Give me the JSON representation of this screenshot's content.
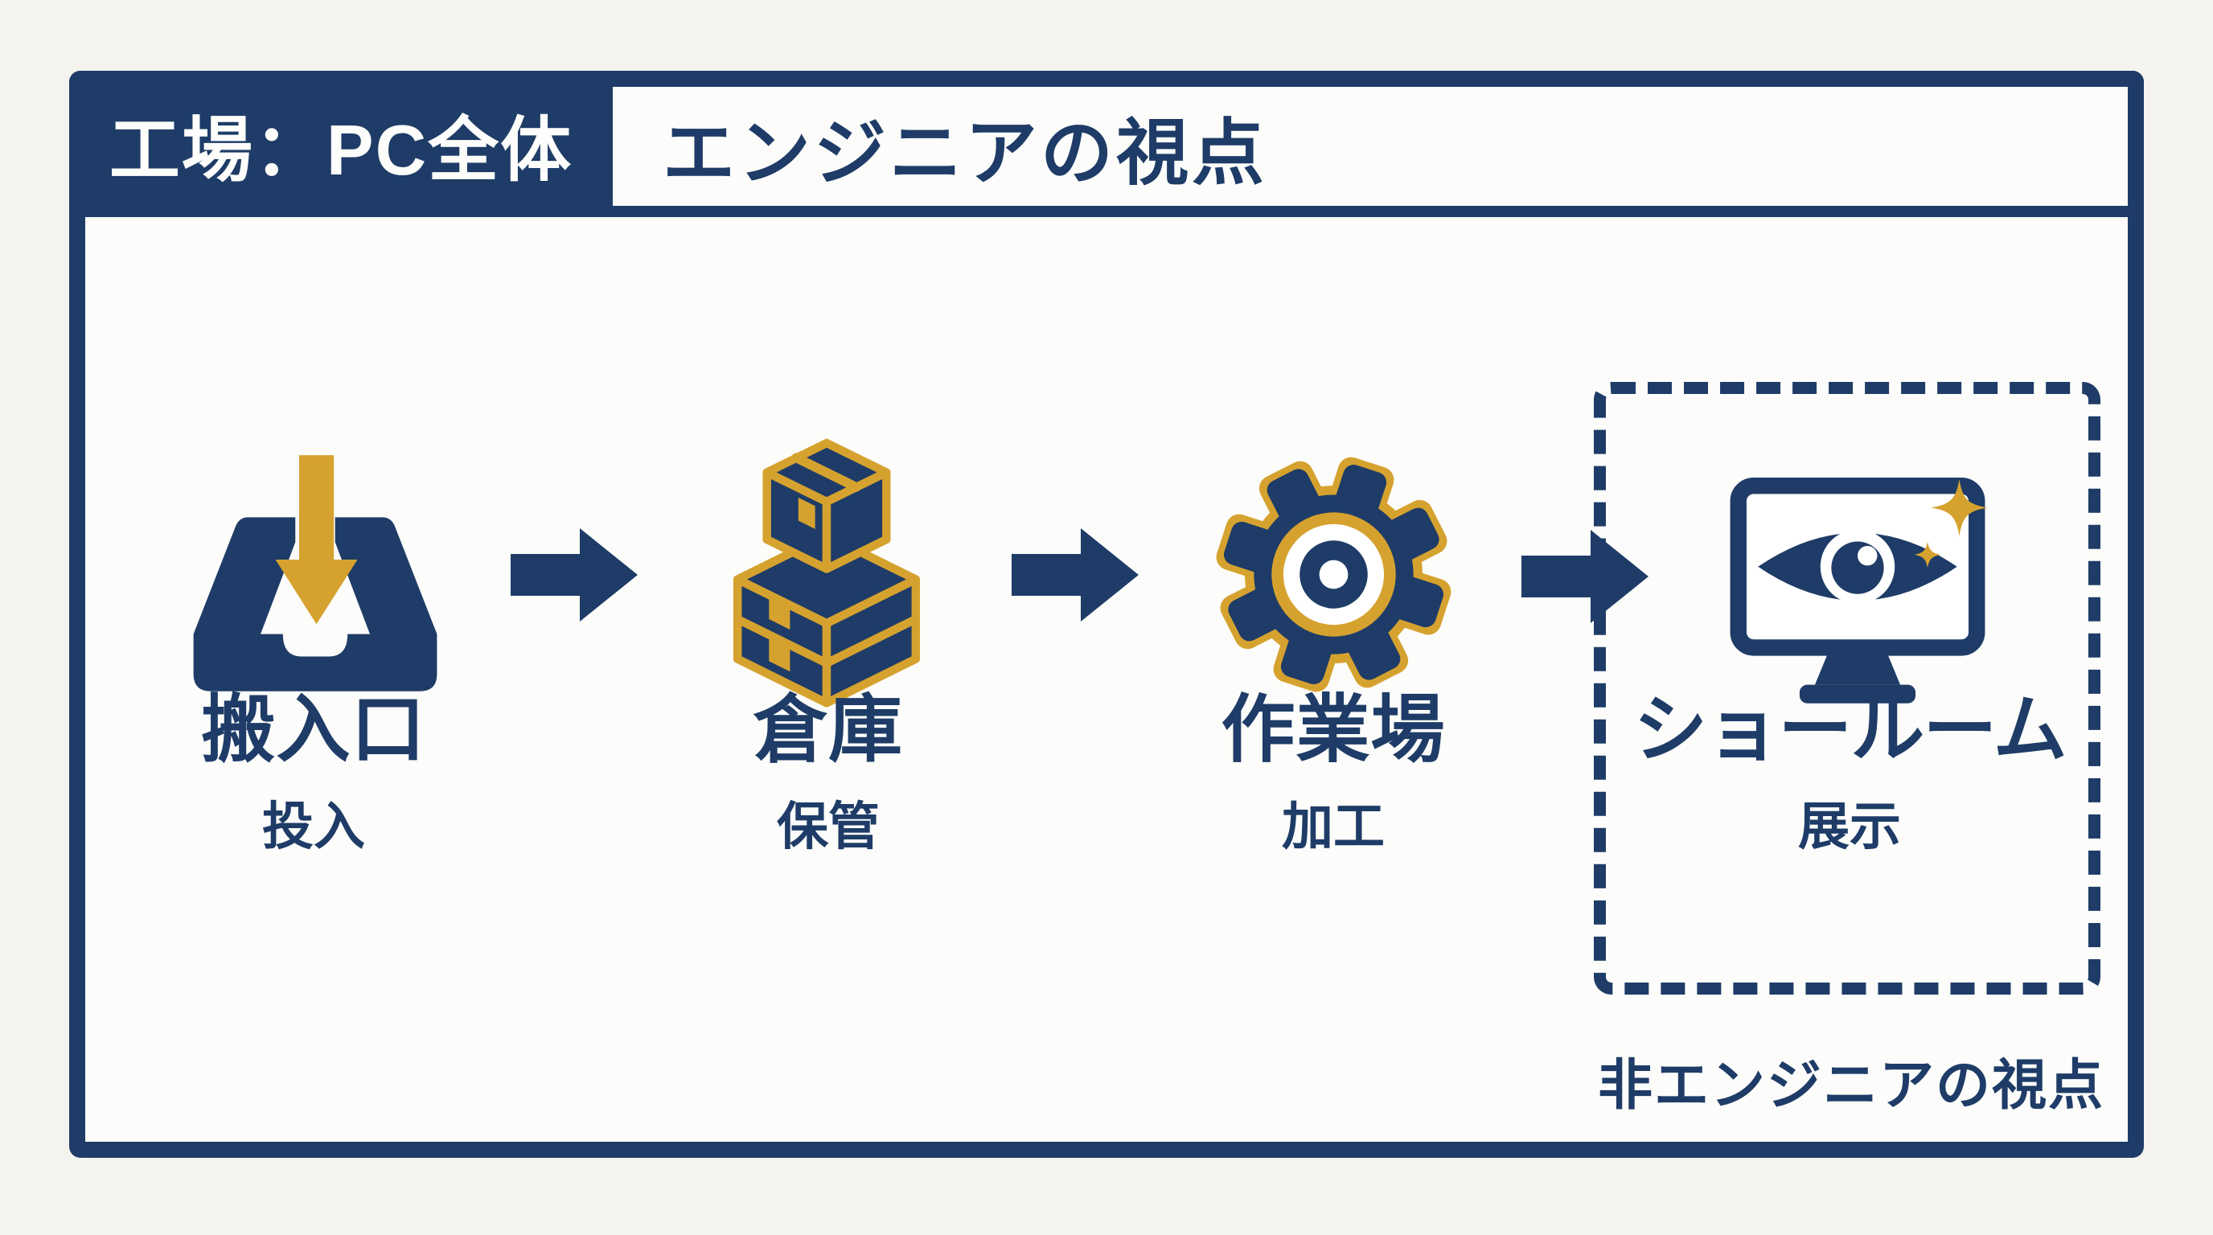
{
  "title_bar": {
    "factory_label": "工場：PC全体",
    "engineer_perspective_label": "エンジニアの視点"
  },
  "stations": [
    {
      "title": "搬入口",
      "subtitle": "投入",
      "icon": "inbox-arrow-down-icon"
    },
    {
      "title": "倉庫",
      "subtitle": "保管",
      "icon": "stacked-boxes-icon"
    },
    {
      "title": "作業場",
      "subtitle": "加工",
      "icon": "gear-icon"
    },
    {
      "title": "ショールーム",
      "subtitle": "展示",
      "icon": "monitor-eye-sparkle-icon"
    }
  ],
  "non_engineer_caption": "非エンジニアの視点",
  "flow": {
    "direction": "left-to-right",
    "arrow_count": 3
  },
  "palette": {
    "navy": "#1e3c67",
    "gold": "#d6a22f",
    "background": "#f5f3ee",
    "panel": "#fcfcfa"
  }
}
